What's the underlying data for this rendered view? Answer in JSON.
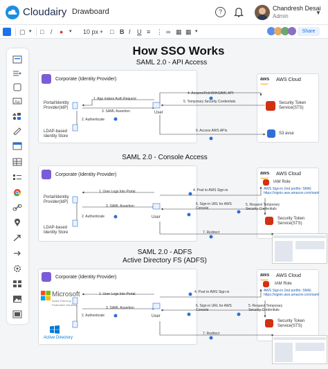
{
  "app": {
    "name": "Cloudairy",
    "doc_title": "Drawboard"
  },
  "user": {
    "name": "Chandresh Desai",
    "role": "Admin"
  },
  "toolbar": {
    "font_size": "10 px",
    "share_label": "Share"
  },
  "diagram": {
    "title": "How SSO Works",
    "section1": {
      "title": "SAML 2.0 - API Access",
      "corp": "Corporate (Identity Provider)",
      "idp": "Portal/Identity Provider(IdP)",
      "ldap": "LDAP-based Identity Store",
      "user": "User",
      "aws_cloud": "AWS Cloud",
      "sts": "Security Token Service(STS)",
      "s3": "S3 avse",
      "s1": "1. App makes Auth.Request",
      "s2": "2. Authenticate",
      "s3_step": "3. SAML Assertion",
      "s4": "4. AssumeRoleWithSAML API",
      "s5": "5. Temporary Security Credentials",
      "s6": "6. Access AWS APIs"
    },
    "section2": {
      "title": "SAML 2.0 - Console Access",
      "corp": "Corporate (Identity Provider)",
      "idp": "Portal/Identity Provider(IdP)",
      "ldap": "LDAP-based Identity Store",
      "user": "User",
      "aws_cloud": "AWS Cloud",
      "iam": "IAM Role",
      "signin_url": "AWS Sign-in (Ind portfio: SMA) https://signin.aws.amazon.com/saml",
      "sts": "Security Token Service(STS)",
      "s1": "1. User Logs Into Portal",
      "s2": "2. Authenticate",
      "s3": "3. SAML Assertion",
      "s4": "4. Post to AWS Sign-in",
      "s5": "5. Request Temporary Security Credentials",
      "s6": "6. Sign-in URL for AWS Console",
      "s7": "7. Redirect"
    },
    "section3": {
      "title": "SAML 2.0 - ADFS",
      "subtitle": "Active Directory FS (ADFS)",
      "corp": "Corporate (Identity Provider)",
      "ms": "Microsoft",
      "ms_sub": "Active Directory Federation Services",
      "ad": "Active Directory",
      "user": "User",
      "aws_cloud": "AWS Cloud",
      "iam": "IAM Role",
      "signin_url": "AWS Sign-in (Ind portfio: SMA) https://signin.aws.amazon.com/saml",
      "sts": "Security Token Service(STS)",
      "s1": "1. User Logs Into Portal",
      "s2": "2. Authenticate",
      "s3": "3. SAML Assertion",
      "s4": "4. Post to AWS Sign-in",
      "s5": "5. Request Temporary Security Credentials",
      "s6": "6. Sign-in URL for AWS Console",
      "s7": "7. Redirect"
    }
  },
  "colors": {
    "accent": "#1a8fe3",
    "aws_orange": "#ff9900",
    "sts_red": "#d13212",
    "s3_blue": "#2f6fd6",
    "idp_purple": "#7b5cd6"
  }
}
